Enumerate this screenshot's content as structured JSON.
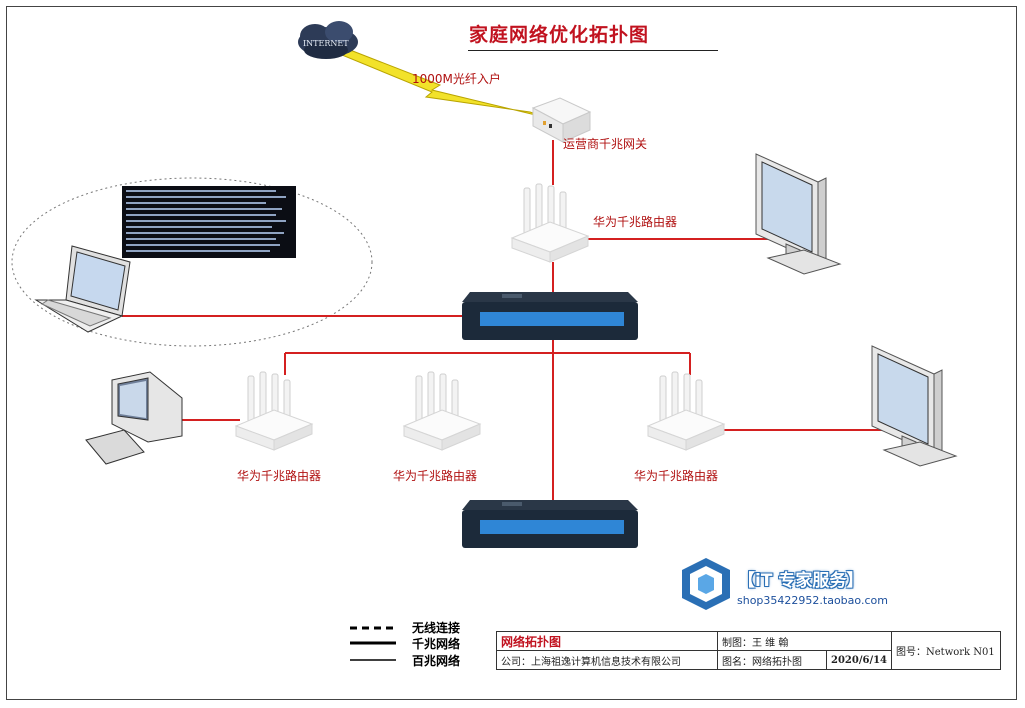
{
  "title": "家庭网络优化拓扑图",
  "cloud_label": "INTERNET",
  "fiber_label": "1000M光纤入户",
  "gateway_label": "运营商千兆网关",
  "router_main_label": "华为千兆路由器",
  "router_labels": [
    "华为千兆路由器",
    "华为千兆路由器",
    "华为千兆路由器"
  ],
  "legend": {
    "wireless": "无线连接",
    "gigabit": "千兆网络",
    "fast": "百兆网络"
  },
  "brand": {
    "name": "【iT 专家服务】",
    "url": "shop35422952.taobao.com"
  },
  "title_block": {
    "drawing_name": "网络拓扑图",
    "drawn_by": "制图：王 维 翰",
    "figure_no": "图号：Network  N01",
    "company": "公司：上海祖逸计算机信息技术有限公司",
    "figure_name": "图名：网络拓扑图",
    "date": "2020/6/14"
  },
  "colors": {
    "link": "#d42020",
    "title": "#c1121f",
    "switch_body": "#1c2a3a",
    "switch_port": "#2f86d6"
  }
}
